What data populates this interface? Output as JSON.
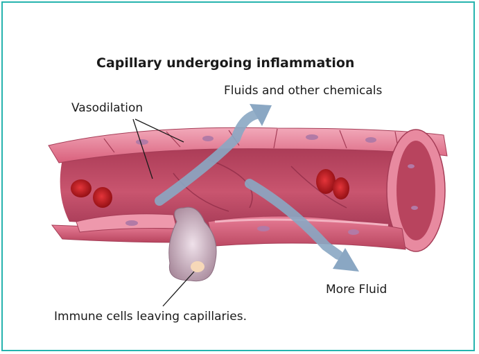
{
  "title": "Capillary undergoing inflammation",
  "labels": {
    "fluids": "Fluids and other chemicals",
    "vasodilation": "Vasodilation",
    "more_fluid": "More Fluid",
    "immune": "Immune cells leaving capillaries."
  },
  "colors": {
    "border": "#25b3ae",
    "vessel_outer": "#d9607c",
    "vessel_light": "#ee98ac",
    "vessel_inner": "#b8445e",
    "vessel_dark": "#8f2d44",
    "rbc": "#c0181e",
    "arrow": "#8aa7c3",
    "immune_cell": "#c9b3bf"
  }
}
